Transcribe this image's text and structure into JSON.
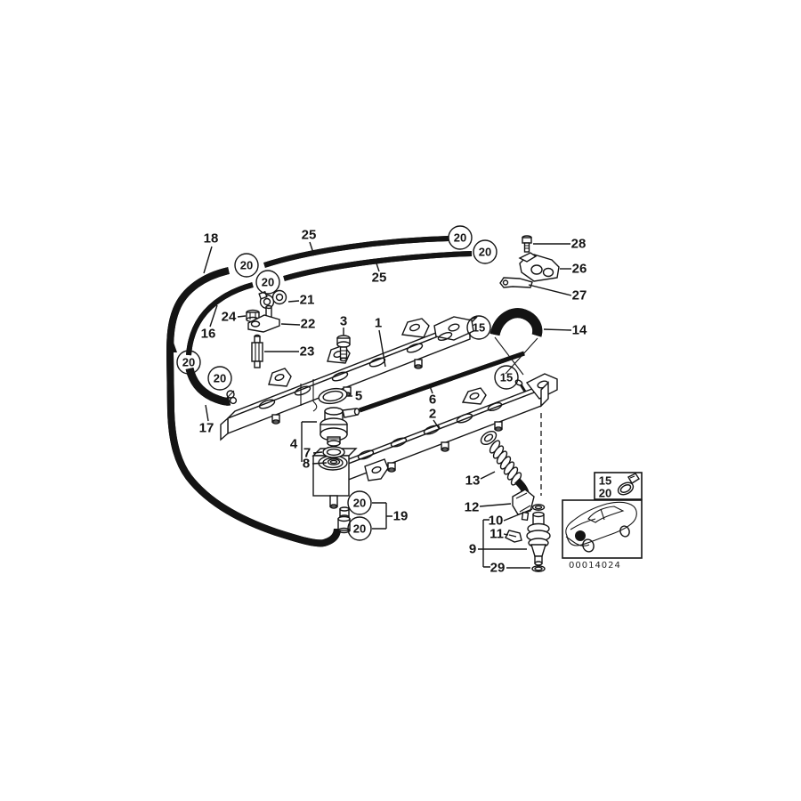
{
  "drawing": {
    "code": "00014024",
    "ink": "#141414",
    "parts": {
      "p1": "1",
      "p2": "2",
      "p3": "3",
      "p4": "4",
      "p5": "5",
      "p6": "6",
      "p7": "7",
      "p8": "8",
      "p9": "9",
      "p10": "10",
      "p11": "11",
      "p12": "12",
      "p13": "13",
      "p14": "14",
      "p15": "15",
      "p16": "16",
      "p17": "17",
      "p18": "18",
      "p19": "19",
      "p20": "20",
      "p21": "21",
      "p22": "22",
      "p23": "23",
      "p24": "24",
      "p25": "25",
      "p26": "26",
      "p27": "27",
      "p28": "28",
      "p29": "29"
    },
    "legend": {
      "row1": "15",
      "row2": "20"
    }
  }
}
